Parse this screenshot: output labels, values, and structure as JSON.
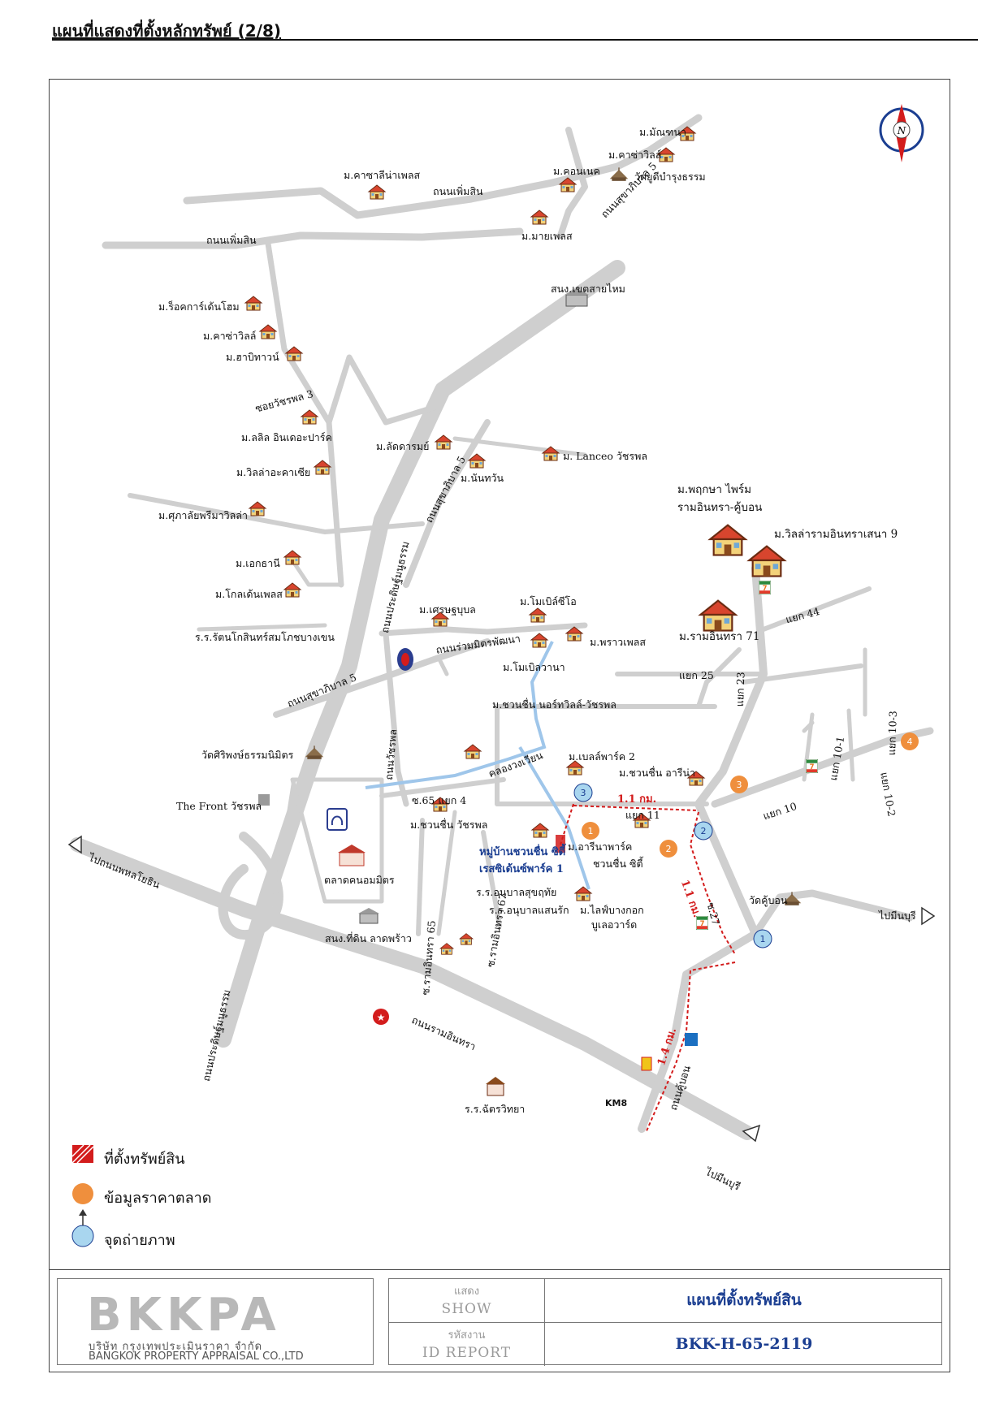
{
  "header": {
    "title": "แผนที่แสดงที่ตั้งหลักทรัพย์ (2/8)"
  },
  "compass": {
    "north_label": "N"
  },
  "roads": {
    "phoem_sin_1": "ถนนเพิ่มสิน",
    "phoem_sin_2": "ถนนเพิ่มสิน",
    "sukhaphiban5_top": "ถนนสุขาภิบาล 5",
    "sukhaphiban5_mid": "ถนนสุขาภิบาล 5",
    "sukhaphiban5_left": "ถนนสุขาภิบาล 5",
    "soi_watcharaphon3": "ซอยวัชรพล 3",
    "pradit_manutham_top": "ถนนประดิษฐ์มนูธรรม",
    "pradit_manutham_bottom": "ถนนประดิษฐ์มนูธรรม",
    "ruam_mit_phatthana": "ถนนร่วมมิตรพัฒนา",
    "watcharaphon": "ถนนวัชรพล",
    "khlong": "คลองวงเวียน",
    "ramintra": "ถนนรามอินทรา",
    "ramintra65": "ซ.รามอินทรา 65",
    "ramintra67": "ซ.รามอินทรา 67",
    "khu_bon": "ถนนคู้บอน",
    "to_nonthaphon": "ไปถนนพหลโยธิน",
    "to_minburi_right": "ไปมีนบุรี",
    "to_minburi_bottom": "ไปมีนบุรี",
    "yaek44": "แยก 44",
    "yaek25": "แยก 25",
    "yaek23": "แยก 23",
    "yaek10": "แยก 10",
    "yaek10_1": "แยก 10-1",
    "yaek10_2": "แยก 10-2",
    "yaek10_3": "แยก 10-3",
    "yaek11": "แยก 11",
    "soi65_yaek4": "ซ.65 แยก 4",
    "soi27": "ซ.27"
  },
  "places": {
    "m_manchana": "ม.มัณฑนา",
    "m_casa_ville_top": "ม.คาซ่าวิลล์",
    "m_connect": "ม.คอนเนค",
    "wat_yu_di": "วัดยูดีบำรุงธรรม",
    "m_casa_lina": "ม.คาซาลีน่าเพลส",
    "m_my_place": "ม.มายเพลส",
    "sanong_khet_sai_mai": "สนง.เขตสายไหม",
    "m_rockford": "ม.ร็อคการ์เด้นโฮม",
    "m_casa_ville_left": "ม.คาซ่าวิลล์",
    "m_habitown": "ม.ฮาบิทาวน์",
    "m_lalin": "ม.ลลิล อินเดอะปาร์ค",
    "m_villa_acacia": "ม.วิลล่าอะคาเซีย",
    "m_siri": "ม.ศุภาลัยพรีมาวิลล่า",
    "m_ekthani": "ม.เอกธานี",
    "m_golden_place": "ม.โกลเด้นเพลส",
    "school_rattana": "ร.ร.รัตนโกสินทร์สมโภชบางเขน",
    "m_laddarom": "ม.ลัดดารมย์",
    "m_nanthawan": "ม.นันทวัน",
    "m_lanceo": "ม. Lanceo วัชรพล",
    "m_setthabut": "ม.เศรษฐบุบล",
    "m_mobile_zio": "ม.โมเบิล์ซีโอ",
    "m_phrao_place": "ม.พราวเพลส",
    "m_mobile_wana": "ม.โมเบิลวานา",
    "m_pruksa_prime": "ม.พฤกษา ไพร์ม",
    "ramintra_khubon": "รามอินทรา-คู้บอน",
    "m_villa_ramintra": "ม.วิลล่ารามอินทราเสนา 9",
    "m_ramintra71": "ม.รามอินทรา 71",
    "m_chuanchuen_north": "ม.ชวนชื่น นอร์ทวิลล์-วัชรพล",
    "wat_siri": "วัดศิริพงษ์ธรรมนิมิตร",
    "m_belle_park": "ม.เบลล์พาร์ค 2",
    "m_chuanchuen_arena": "ม.ชวนชื่น อารีน่า",
    "the_front": "The Front วัชรพล",
    "m_chuanchuen_watcharaphon": "ม.ชวนชื่น วัชรพล",
    "talat_khanon": "ตลาดคนอมมิตร",
    "subject_line1": "หมู่บ้านชวนชื่น ซิตี้",
    "subject_line2": "เรสซิเด้นซ์พาร์ค 1",
    "m_arina_park": "ม.อารีนาพาร์ค",
    "chuanchuen_city": "ชวนชื่น ซิตี้",
    "school_anuban_suk": "ร.ร.อนุบาลสุขฤทัย",
    "school_anuban_saen": "ร.ร.อนุบาลแสนรัก",
    "m_life_bangkok_1": "ม.ไลฟ์บางกอก",
    "m_life_bangkok_2": "บูเลอวาร์ด",
    "wat_khubon": "วัดคู้บอน",
    "sanong_thi_din": "สนง.ที่ดิน ลาดพร้าว",
    "school_satri": "ร.ร.ฉัตรวิทยา",
    "km8": "KM8"
  },
  "distances": {
    "d1": "1.1 กม.",
    "d2": "1.1 กม.",
    "d3": "1.4 กม."
  },
  "markers": {
    "market": [
      "1",
      "2",
      "3",
      "4"
    ],
    "photo": [
      "1",
      "2",
      "3"
    ]
  },
  "legend": {
    "property": "ที่ตั้งทรัพย์สิน",
    "market_data": "ข้อมูลราคาตลาด",
    "photo_point": "จุดถ่ายภาพ"
  },
  "titleblock": {
    "logo": "BKKPA",
    "company_th": "บริษัท กรุงเทพประเมินราคา จำกัด",
    "company_en": "BANGKOK PROPERTY APPRAISAL CO.,LTD",
    "show_th": "แสดง",
    "show_en": "SHOW",
    "show_value": "แผนที่ตั้งทรัพย์สิน",
    "id_th": "รหัสงาน",
    "id_en": "ID REPORT",
    "id_value": "BKK-H-65-2119"
  },
  "colors": {
    "road": "#cfcfcf",
    "canal": "#9fc6ea",
    "market_marker": "#ef8f3d",
    "photo_marker": "#a9d6ef",
    "route": "#d31c1c",
    "text_blue": "#1b3e91"
  }
}
